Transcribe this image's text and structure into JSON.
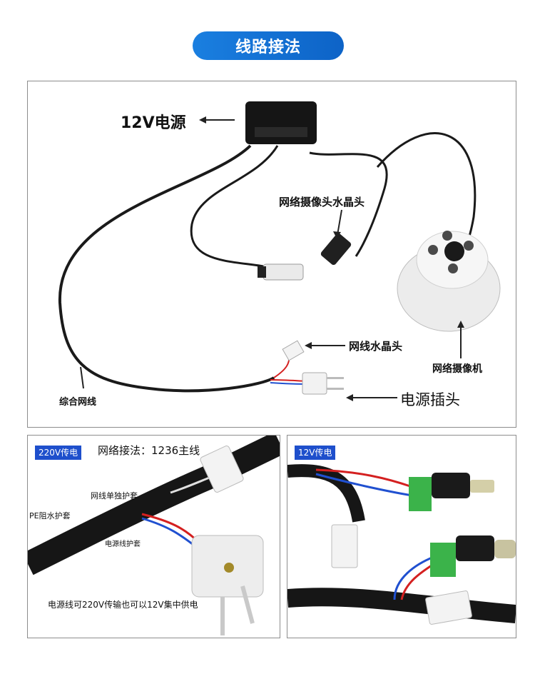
{
  "header": {
    "title": "线路接法"
  },
  "main_panel": {
    "label_power_supply": "12V电源",
    "label_camera_connector": "网络摄像头水晶头",
    "label_network_connector": "网线水晶头",
    "label_camera": "网络摄像机",
    "label_composite_cable": "综合网线",
    "label_power_plug": "电源插头"
  },
  "panel_220v": {
    "badge": "220V传电",
    "heading": "网络接法：1236主线",
    "label_net_sheath": "网线单独护套",
    "label_pe_sheath": "PE阻水护套",
    "label_power_sheath": "电源线护套",
    "caption": "电源线可220V传输也可以12V集中供电"
  },
  "panel_12v": {
    "badge": "12V传电"
  },
  "colors": {
    "accent": "#1a7fe0",
    "badge": "#1e4fcc",
    "cable": "#1a1a1a",
    "wire_red": "#d42020",
    "wire_blue": "#2050d0",
    "terminal_green": "#3bb34a"
  }
}
